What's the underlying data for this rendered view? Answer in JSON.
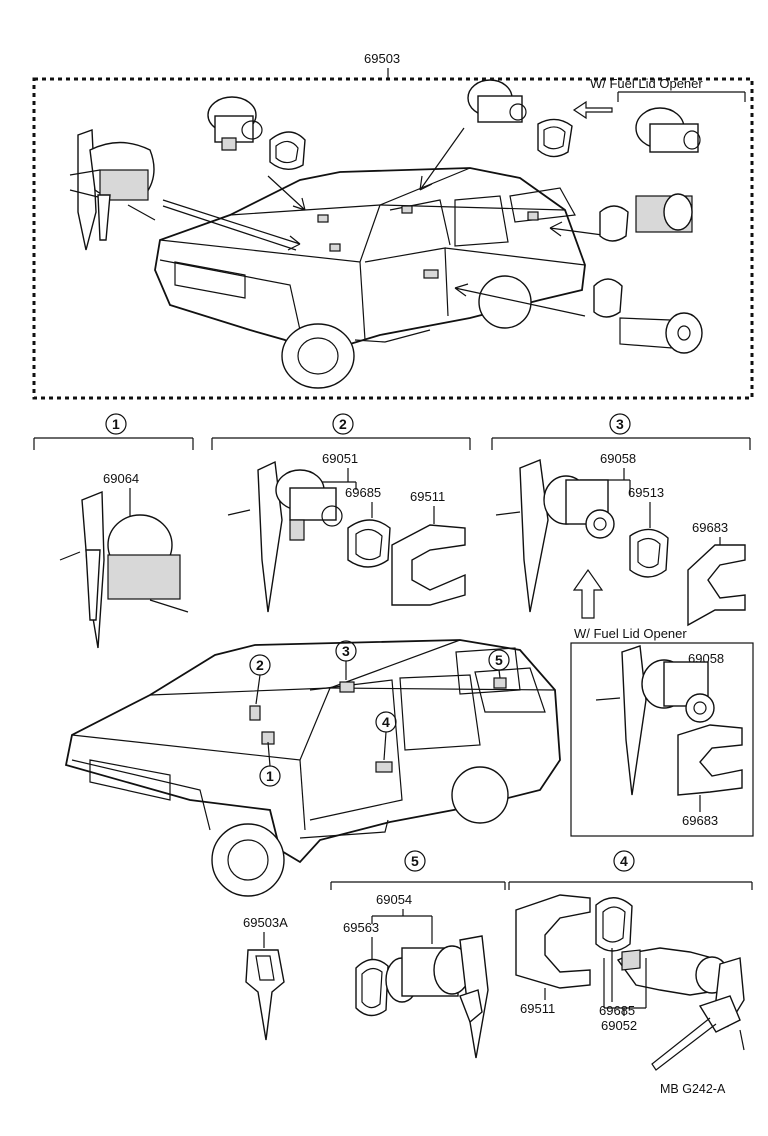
{
  "top_assembly": {
    "part_number": "69503",
    "fuel_lid_label": "W/ Fuel Lid Opener"
  },
  "groups": [
    {
      "number": "1",
      "parts": [
        "69064"
      ]
    },
    {
      "number": "2",
      "parts": [
        "69051",
        "69685",
        "69511"
      ]
    },
    {
      "number": "3",
      "parts": [
        "69058",
        "69513",
        "69683"
      ]
    },
    {
      "number": "4",
      "parts": [
        "69511",
        "69685",
        "69052"
      ]
    },
    {
      "number": "5",
      "parts": [
        "69054",
        "69563"
      ]
    }
  ],
  "fuel_lid_box": {
    "label": "W/ Fuel Lid Opener",
    "parts": [
      "69058",
      "69683"
    ]
  },
  "key": {
    "part_number": "69503A"
  },
  "vehicle_callouts": [
    "1",
    "2",
    "3",
    "4",
    "5"
  ],
  "footer": {
    "code": "MB  G242-A"
  }
}
